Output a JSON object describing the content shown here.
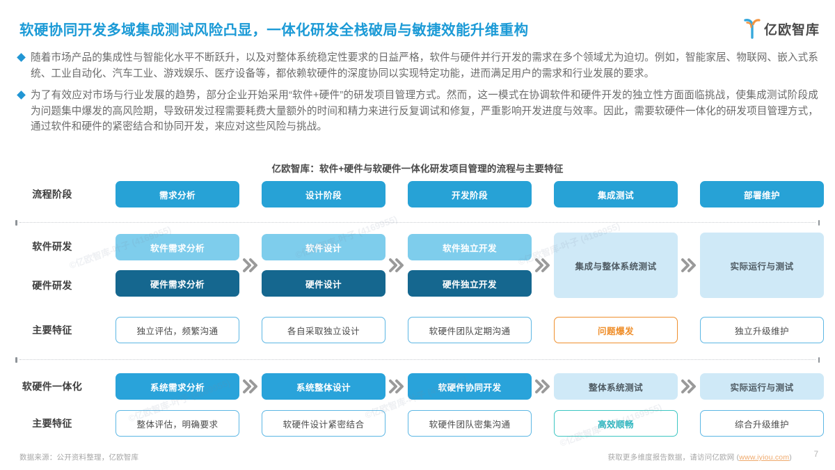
{
  "header": {
    "title": "软硬协同开发多域集成测试风险凸显，一体化研发全栈破局与敏捷效能升维重构",
    "logo_text": "亿欧智库",
    "logo_icon": "yiou-y-logo-icon",
    "accent_color": "#1b9ad6",
    "logo_orange": "#f29441",
    "logo_blue": "#37a8dc"
  },
  "bullets": [
    {
      "marker": "diamond-bullet-icon",
      "text": "随着市场产品的集成性与智能化水平不断跃升，以及对整体系统稳定性要求的日益严格，软件与硬件并行开发的需求在多个领域尤为迫切。例如，智能家居、物联网、嵌入式系统、工业自动化、汽车工业、游戏娱乐、医疗设备等，都依赖软硬件的深度协同以实现特定功能，进而满足用户的需求和行业发展的要求。"
    },
    {
      "marker": "diamond-bullet-icon",
      "text": "为了有效应对市场与行业发展的趋势，部分企业开始采用“软件+硬件”的研发项目管理方式。然而，这一模式在协调软件和硬件开发的独立性方面面临挑战，使集成测试阶段成为问题集中爆发的高风险期，导致研发过程需要耗费大量额外的时间和精力来进行反复调试和修复，严重影响开发进度与效率。因此，需要软硬件一体化的研发项目管理方式，通过软件和硬件的紧密结合和协同开发，来应对这些风险与挑战。"
    }
  ],
  "chart_data": {
    "type": "table",
    "title": "亿欧智库：软件+硬件与软硬件一体化研发项目管理的流程与主要特征",
    "columns": [
      "需求分析",
      "设计阶段",
      "开发阶段",
      "集成测试",
      "部署维护"
    ],
    "rows": [
      {
        "label": "流程阶段",
        "style": "stage",
        "cells": [
          "需求分析",
          "设计阶段",
          "开发阶段",
          "集成测试",
          "部署维护"
        ]
      },
      {
        "label": "软件研发",
        "style": "soft",
        "cells": [
          "软件需求分析",
          "软件设计",
          "软件独立开发",
          "集成与整体系统测试",
          "实际运行与测试"
        ]
      },
      {
        "label": "硬件研发",
        "style": "hard",
        "cells": [
          "硬件需求分析",
          "硬件设计",
          "硬件独立开发",
          "",
          ""
        ]
      },
      {
        "label": "主要特征",
        "style": "outline",
        "cells": [
          "独立评估，频繁沟通",
          "各自采取独立设计",
          "软硬件团队定期沟通",
          "问题爆发",
          "独立升级维护"
        ],
        "highlight_index": 3,
        "highlight_color": "#ef8f2c"
      },
      {
        "label": "软硬件一体化",
        "style": "unified",
        "cells": [
          "系统需求分析",
          "系统整体设计",
          "软硬件协同开发",
          "整体系统测试",
          "实际运行与测试"
        ]
      },
      {
        "label": "主要特征",
        "style": "outline",
        "cells": [
          "整体评估，明确要求",
          "软硬件设计紧密结合",
          "软硬件团队密集沟通",
          "高效顺畅",
          "综合升级维护"
        ],
        "highlight_index": 3,
        "highlight_color": "#2fb6bf"
      }
    ],
    "colors": {
      "stage": "#27a2d6",
      "software": "#7ecdec",
      "hardware": "#15678f",
      "unified": "#29a3da",
      "pale": "#cfe9f7",
      "outline_border": "#5bb6e4",
      "warning": "#ef8f2c",
      "success": "#2fb6bf"
    },
    "arrow_icon": "double-chevron-right-icon"
  },
  "footer": {
    "source": "数据来源：公开资料整理，亿欧智库",
    "cta_prefix": "获取更多维度报告数据，请访问亿欧网 (",
    "cta_link": "www.iyiou.com",
    "cta_suffix": ")",
    "page_number": "7"
  },
  "watermarks": [
    "©亿欧智库-叶子 (4169955)",
    "©亿欧智库-叶子 (4169955)",
    "©亿欧智库-叶子 (4169955)",
    "©亿欧智库-叶子 (4169955)",
    "©亿欧智库-叶子 (4169955)",
    "©亿欧智库-叶子 (4169955)"
  ]
}
